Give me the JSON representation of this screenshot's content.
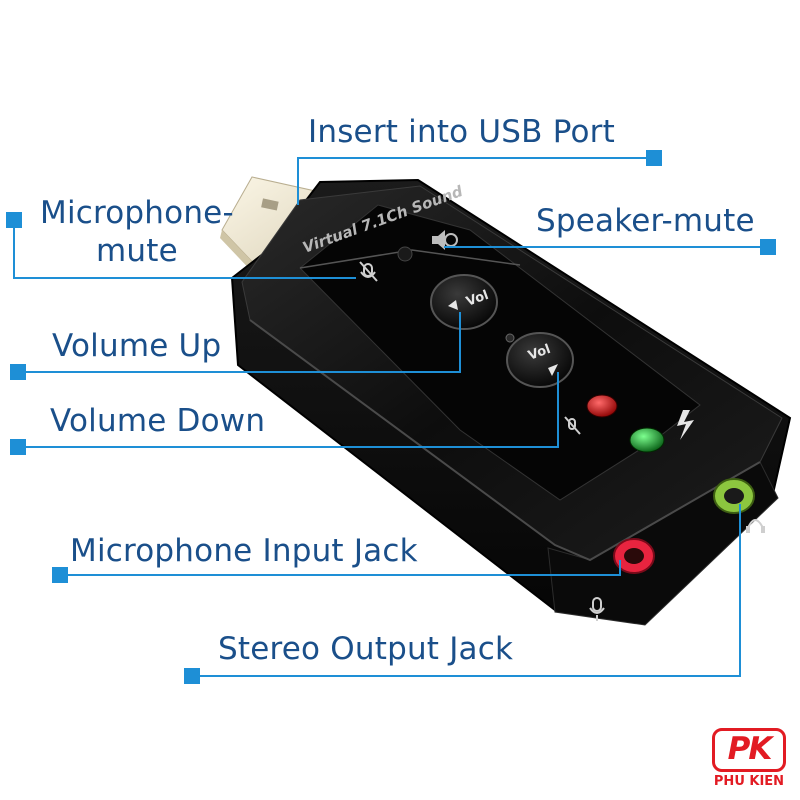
{
  "labels": {
    "usb": "Insert into USB Port",
    "mic_mute_1": "Microphone-",
    "mic_mute_2": "mute",
    "speaker_mute": "Speaker-mute",
    "volume_up": "Volume Up",
    "volume_down": "Volume Down",
    "mic_jack": "Microphone Input Jack",
    "stereo_jack": "Stereo Output Jack"
  },
  "device": {
    "top_print": "Virtual 7.1Ch Sound",
    "vol_text": "Vol"
  },
  "brand": {
    "mark": "PK",
    "name": "PHU KIEN"
  },
  "colors": {
    "label": "#1a4f8a",
    "leader": "#1e8fd6",
    "body": "#0b0b0b",
    "red_led": "#d11a1a",
    "green_led": "#19a83a",
    "mic_jack": "#e8243f",
    "out_jack": "#8cc63f",
    "brand": "#e21b23"
  }
}
